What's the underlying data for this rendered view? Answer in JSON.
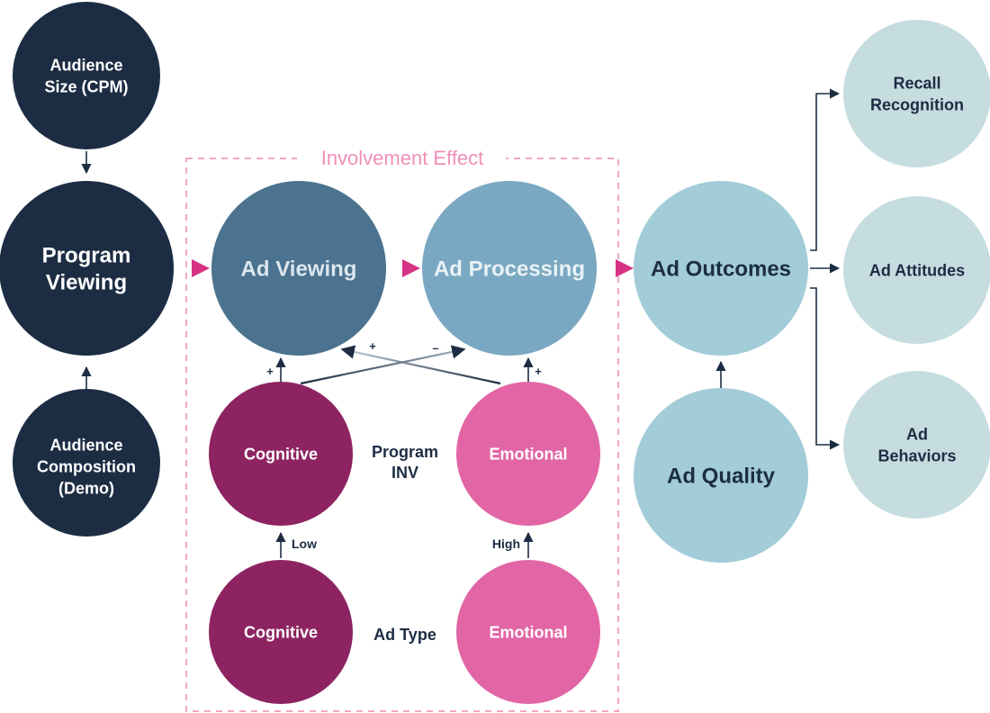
{
  "group_title": "Involvement Effect",
  "nodes": {
    "audience_size": [
      "Audience",
      "Size (CPM)"
    ],
    "program_viewing": [
      "Program",
      "Viewing"
    ],
    "audience_composition": [
      "Audience",
      "Composition",
      "(Demo)"
    ],
    "ad_viewing": [
      "Ad Viewing"
    ],
    "ad_processing": [
      "Ad Processing"
    ],
    "program_cognitive": [
      "Cognitive"
    ],
    "program_emotional": [
      "Emotional"
    ],
    "adtype_cognitive": [
      "Cognitive"
    ],
    "adtype_emotional": [
      "Emotional"
    ],
    "ad_outcomes": [
      "Ad Outcomes"
    ],
    "ad_quality": [
      "Ad Quality"
    ],
    "recall_recognition": [
      "Recall",
      "Recognition"
    ],
    "ad_attitudes": [
      "Ad Attitudes"
    ],
    "ad_behaviors": [
      "Ad",
      "Behaviors"
    ]
  },
  "labels": {
    "program_inv": [
      "Program",
      "INV"
    ],
    "ad_type": "Ad Type",
    "low": "Low",
    "high": "High",
    "plus": "+",
    "minus": "–"
  },
  "colors": {
    "navy": "#1c2d43",
    "steel": "#4b738f",
    "mid_blue": "#7aa8c2",
    "light_blue": "#a2ccd8",
    "pale_blue": "#c6dde0",
    "magenta": "#8d2461",
    "pink": "#e266a5",
    "dash_pink": "#f2a6c4"
  }
}
